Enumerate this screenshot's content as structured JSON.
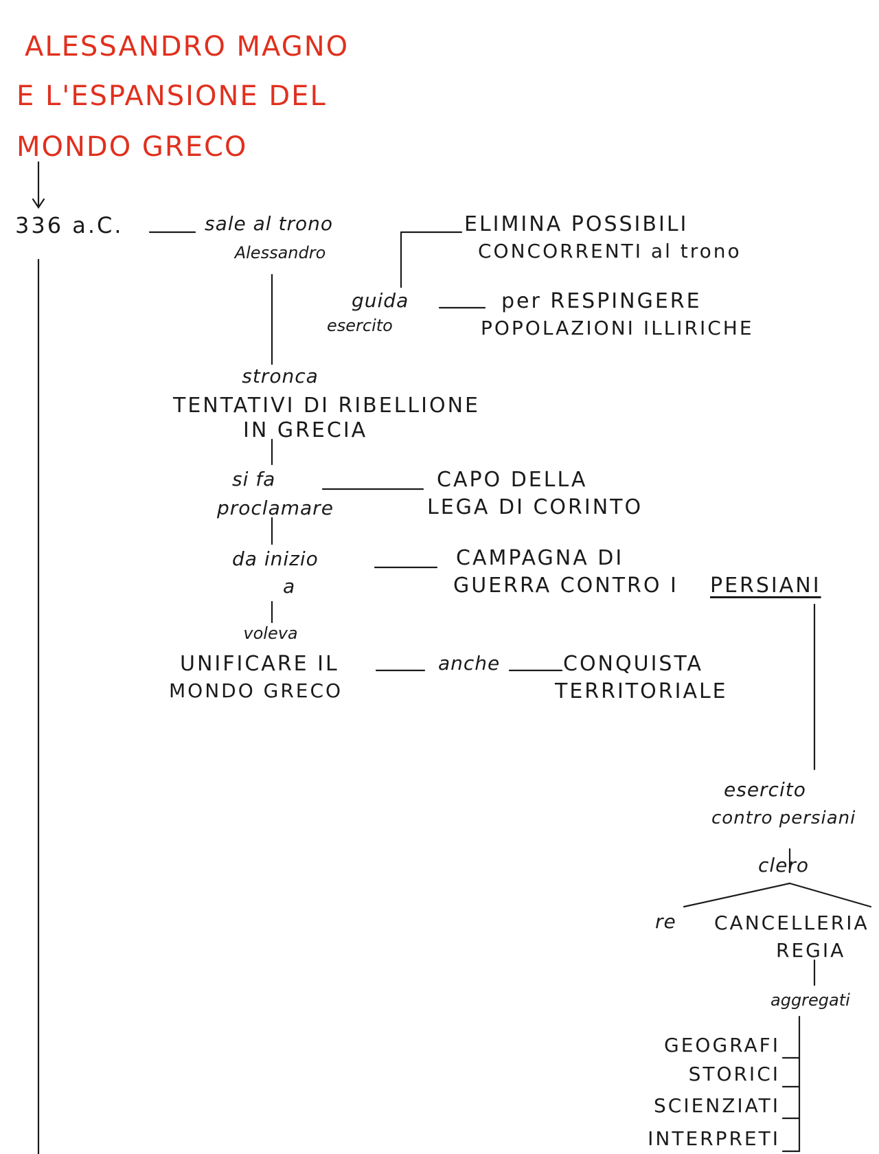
{
  "title": {
    "line1": "ALESSANDRO MAGNO",
    "line2": "E L'ESPANSIONE DEL",
    "line3": "MONDO GRECO"
  },
  "timeline": {
    "date": "336 a.C.",
    "sale_al_trono": "sale al trono",
    "alessandro": "Alessandro"
  },
  "branch_elimina": {
    "line1": "ELIMINA POSSIBILI",
    "line2": "CONCORRENTI al trono"
  },
  "branch_guida": {
    "guida": "guida",
    "esercito": "esercito",
    "per_respingere": "per RESPINGERE",
    "popolazioni": "POPOLAZIONI ILLIRICHE"
  },
  "stronca": {
    "verb": "stronca",
    "line1": "TENTATIVI DI RIBELLIONE",
    "line2": "IN GRECIA"
  },
  "proclamare": {
    "si_fa": "si fa",
    "proclamare": "proclamare",
    "capo": "CAPO DELLA",
    "lega": "LEGA DI CORINTO"
  },
  "inizio": {
    "da_inizio": "da inizio",
    "a": "a",
    "campagna": "CAMPAGNA DI",
    "guerra": "GUERRA CONTRO I",
    "persiani": "PERSIANI"
  },
  "unificare": {
    "voleva": "voleva",
    "line1": "UNIFICARE IL",
    "line2": "MONDO GRECO",
    "anche": "anche",
    "conquista": "CONQUISTA",
    "territoriale": "TERRITORIALE"
  },
  "esercito_persiani": {
    "esercito": "esercito",
    "contro_persiani": "contro persiani",
    "clero": "clero",
    "re": "re",
    "cancelleria": "CANCELLERIA",
    "regia": "REGIA",
    "aggregati": "aggregati",
    "items": [
      "GEOGRAFI",
      "STORICI",
      "SCIENZIATI",
      "INTERPRETI"
    ]
  },
  "colors": {
    "title": "#e0301e",
    "ink": "#1a1a1a"
  }
}
